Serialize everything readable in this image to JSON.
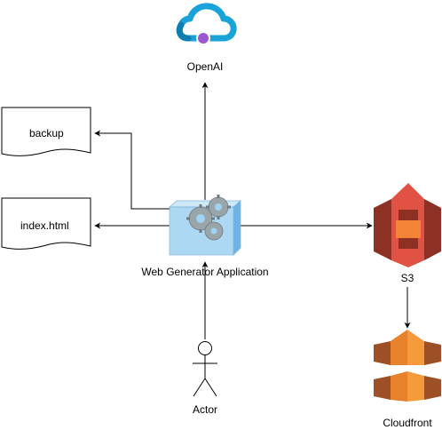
{
  "diagram": {
    "nodes": {
      "openai": {
        "label": "OpenAI",
        "icon": "openai-cloud-icon"
      },
      "backup": {
        "label": "backup",
        "icon": "document-shape"
      },
      "index_html": {
        "label": "index.html",
        "icon": "document-shape"
      },
      "web_generator": {
        "label": "Web Generator Application",
        "icon": "gears-cube-icon"
      },
      "s3": {
        "label": "S3",
        "icon": "aws-s3-bucket-icon"
      },
      "cloudfront": {
        "label": "Cloudfront",
        "icon": "aws-cloudfront-icon"
      },
      "actor": {
        "label": "Actor",
        "icon": "stick-figure-icon"
      }
    },
    "edges": [
      {
        "from": "web_generator",
        "to": "openai"
      },
      {
        "from": "web_generator",
        "to": "backup"
      },
      {
        "from": "web_generator",
        "to": "index_html"
      },
      {
        "from": "web_generator",
        "to": "s3"
      },
      {
        "from": "s3",
        "to": "cloudfront"
      },
      {
        "from": "actor",
        "to": "web_generator"
      }
    ],
    "colors": {
      "openai_blue": "#1aa3d9",
      "openai_purple": "#9b59d0",
      "s3_red": "#e05243",
      "s3_dark": "#8c3123",
      "cloudfront_orange": "#e7812c",
      "cloudfront_dark": "#9d5025",
      "cube_blue": "#8fc8ee",
      "gear_gray": "#9aa5aa"
    }
  }
}
